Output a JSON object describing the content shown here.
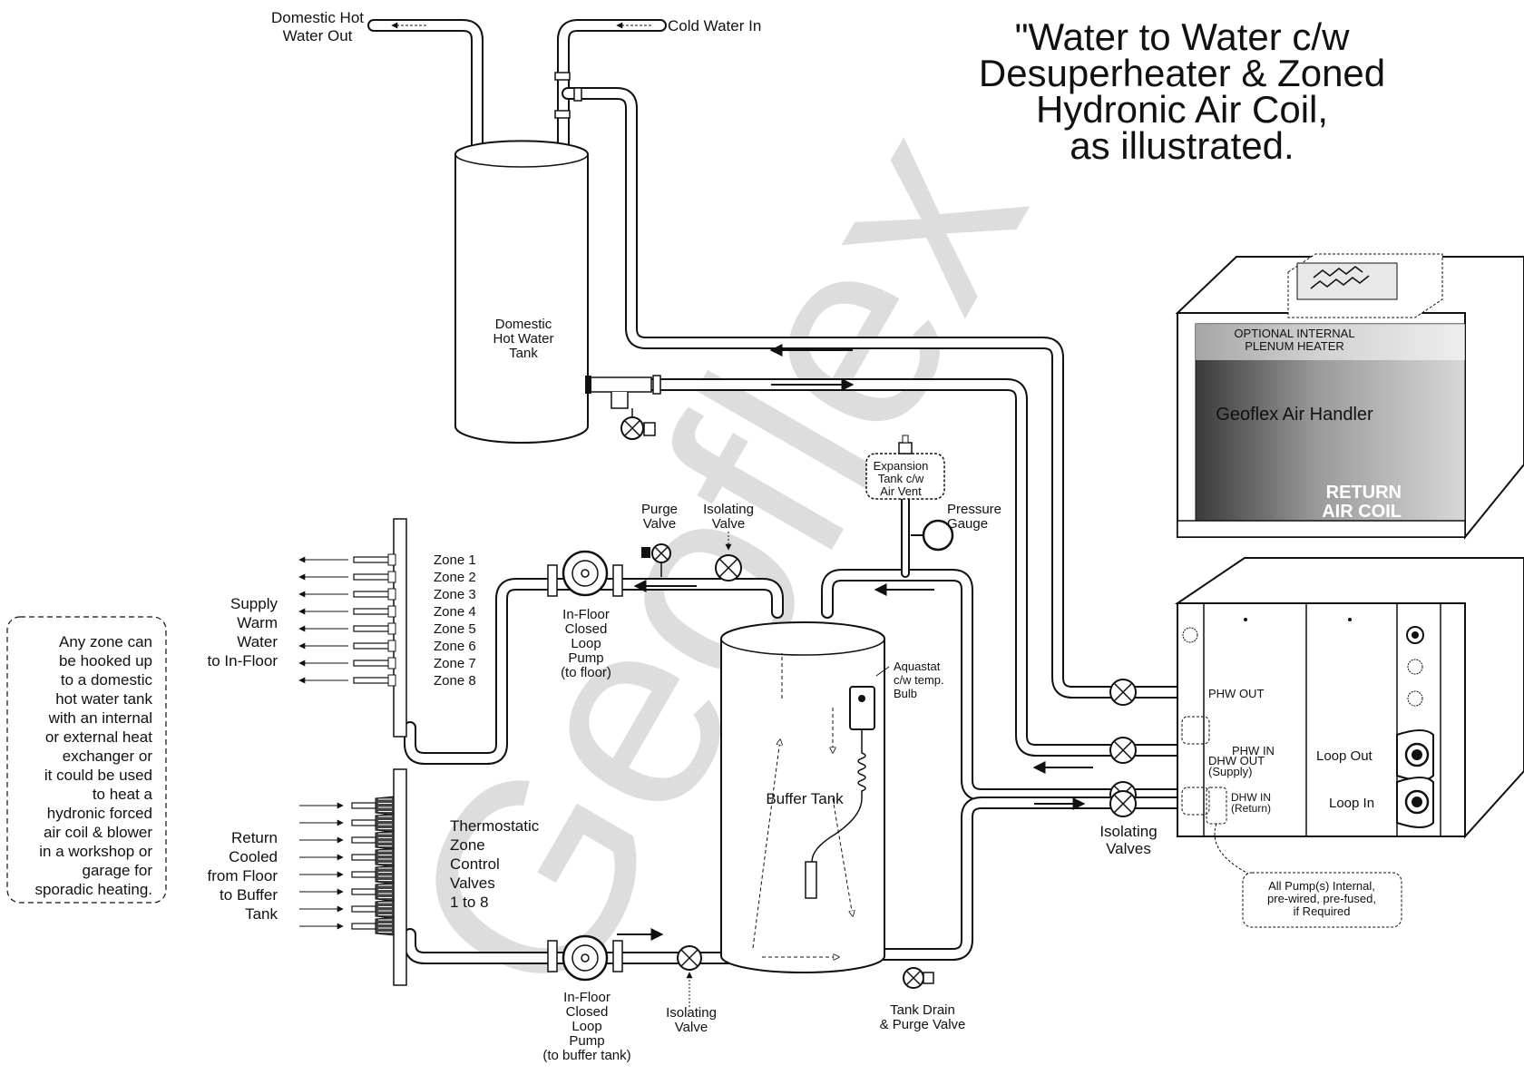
{
  "title_lines": [
    "\"Water to Water c/w",
    "Desuperheater & Zoned",
    "Hydronic Air Coil,",
    "as illustrated."
  ],
  "watermark": "Geoflex",
  "labels": {
    "dhw_out": [
      "Domestic Hot",
      "Water Out"
    ],
    "cold_in": "Cold Water In",
    "dhw_tank": [
      "Domestic",
      "Hot Water",
      "Tank"
    ],
    "purge_valve": [
      "Purge",
      "Valve"
    ],
    "isolating_valve_top": [
      "Isolating",
      "Valve"
    ],
    "expansion_tank": [
      "Expansion",
      "Tank c/w",
      "Air Vent"
    ],
    "pressure_gauge": [
      "Pressure",
      "Gauge"
    ],
    "zones": [
      "Zone 1",
      "Zone 2",
      "Zone 3",
      "Zone 4",
      "Zone 5",
      "Zone 6",
      "Zone 7",
      "Zone 8"
    ],
    "supply": [
      "Supply",
      "Warm",
      "Water",
      "to In-Floor"
    ],
    "pump_top": [
      "In-Floor",
      "Closed",
      "Loop",
      "Pump",
      "(to floor)"
    ],
    "aquastat": [
      "Aquastat",
      "c/w temp.",
      "Bulb"
    ],
    "buffer_tank": "Buffer Tank",
    "note_box": [
      "Any zone can",
      "be hooked up",
      "to a domestic",
      "hot water tank",
      "with an internal",
      "or external heat",
      "exchanger or",
      "it could be used",
      "to heat a",
      "hydronic forced",
      "air coil & blower",
      "in a workshop or",
      "garage for",
      "sporadic heating."
    ],
    "thermostatic": [
      "Thermostatic",
      "Zone",
      "Control",
      "Valves",
      "1 to 8"
    ],
    "return": [
      "Return",
      "Cooled",
      "from Floor",
      "to Buffer",
      "Tank"
    ],
    "pump_bottom": [
      "In-Floor",
      "Closed",
      "Loop",
      "Pump",
      "(to buffer tank)"
    ],
    "isolating_valve_bottom": [
      "Isolating",
      "Valve"
    ],
    "tank_drain": [
      "Tank Drain",
      "& Purge Valve"
    ],
    "isolating_valves": [
      "Isolating",
      "Valves"
    ],
    "pump_note": [
      "All Pump(s) Internal,",
      "pre-wired, pre-fused,",
      "if Required"
    ],
    "plenum_heater": [
      "OPTIONAL INTERNAL",
      "PLENUM HEATER"
    ],
    "air_handler": "Geoflex Air Handler",
    "return_air_coil": [
      "RETURN",
      "AIR COIL"
    ],
    "phw_out": "PHW OUT",
    "phw_in": "PHW IN",
    "dhw_out_port": [
      "DHW OUT",
      "(Supply)"
    ],
    "dhw_in_port": [
      "DHW IN",
      "(Return)"
    ],
    "loop_out": "Loop Out",
    "loop_in": "Loop In"
  }
}
